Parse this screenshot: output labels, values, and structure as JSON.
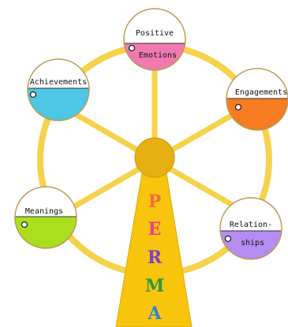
{
  "diagram": {
    "colors": {
      "frame": "#f6d24a",
      "hub": "#e6b012",
      "pillar": "#f8c40c"
    },
    "cabins": [
      {
        "id": "positive-emotions",
        "top_label": "Positive",
        "bottom_label": "Emotions",
        "fill": "#f07ab0"
      },
      {
        "id": "engagements",
        "top_label": "Engagements",
        "bottom_label": "",
        "fill": "#f77c20"
      },
      {
        "id": "relationships",
        "top_label": "Relation-",
        "bottom_label": "ships",
        "fill": "#b58cf2"
      },
      {
        "id": "meanings",
        "top_label": "Meanings",
        "bottom_label": "",
        "fill": "#aadf1e"
      },
      {
        "id": "achievements",
        "top_label": "Achievements",
        "bottom_label": "",
        "fill": "#4cc8e6"
      }
    ],
    "letters": [
      {
        "char": "P",
        "color": "#f36c3b"
      },
      {
        "char": "E",
        "color": "#ef3d86"
      },
      {
        "char": "R",
        "color": "#7b3fd3"
      },
      {
        "char": "M",
        "color": "#2f9a3f"
      },
      {
        "char": "A",
        "color": "#2f86d0"
      }
    ]
  }
}
